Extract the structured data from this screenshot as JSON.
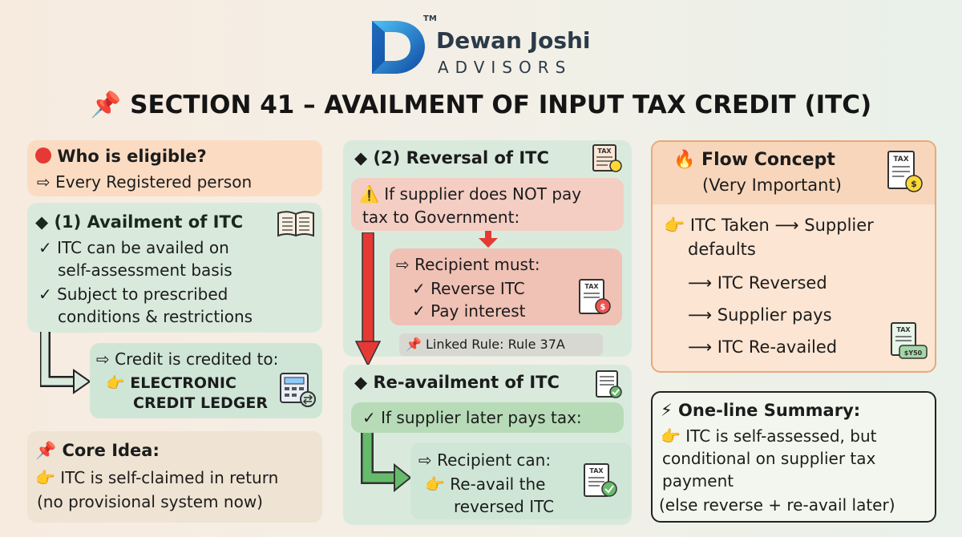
{
  "brand": {
    "name_line1": "Dewan Joshi",
    "name_line2": "ADVISORS",
    "tm": "TM"
  },
  "title": "SECTION 41 – AVAILMENT OF INPUT TAX CREDIT (ITC)",
  "eligible": {
    "heading": "Who is eligible?",
    "text": "⇨ Every Registered person"
  },
  "availment": {
    "heading": "◆ (1) Availment of ITC",
    "points": [
      "✓ ITC can be availed on",
      "self-assessment basis",
      "✓ Subject to prescribed",
      "conditions & restrictions"
    ]
  },
  "credit": {
    "line1": "⇨ Credit is credited to:",
    "line2": "👉 ELECTRONIC",
    "line3": "CREDIT LEDGER"
  },
  "core": {
    "heading": "📌 Core Idea:",
    "line1": "👉 ITC is self-claimed in return",
    "line2": "(no provisional system now)"
  },
  "reversal": {
    "heading": "◆ (2) Reversal of ITC",
    "warn1": "⚠️ If supplier does NOT pay",
    "warn2": "tax to Government:",
    "must": "⇨ Recipient must:",
    "must1": "✓ Reverse ITC",
    "must2": "✓ Pay interest",
    "rule": "📌 Linked Rule: Rule 37A"
  },
  "reavail": {
    "heading": "◆ Re-availment of ITC",
    "condition": "✓ If supplier later pays tax:",
    "can": "⇨ Recipient can:",
    "can1": "👉 Re-avail the",
    "can2": "reversed ITC"
  },
  "flow": {
    "heading": "🔥 Flow Concept",
    "sub": "(Very Important)",
    "s1a": "👉 ITC Taken ⟶ Supplier",
    "s1b": "defaults",
    "s2": "⟶ ITC Reversed",
    "s3": "⟶ Supplier pays",
    "s4": "⟶ ITC Re-availed"
  },
  "summary": {
    "heading": "⚡ One-line Summary:",
    "l1": "👉 ITC is self-assessed, but",
    "l2": "conditional on supplier tax",
    "l3": "payment",
    "l4": "(else reverse + re-avail later)"
  },
  "icon_labels": {
    "tax": "TAX",
    "amount": "$Y50"
  },
  "colors": {
    "logo_blue": "#1565c0",
    "logo_light": "#4fc3f7",
    "arrow_red": "#e53935",
    "arrow_green": "#43a047"
  }
}
